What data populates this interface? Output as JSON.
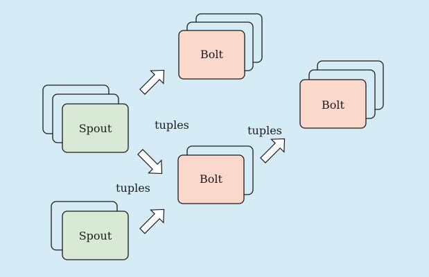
{
  "background": "#d5ecf7",
  "colors": {
    "spout_fill": "#d8ead6",
    "bolt_fill": "#fbd8cc",
    "shadow_fill": "#d5ecf7",
    "stroke": "#1a1a1a",
    "arrow_fill": "#ffffff"
  },
  "nodes": {
    "spout_top": "Spout",
    "spout_bottom": "Spout",
    "bolt_top": "Bolt",
    "bolt_middle": "Bolt",
    "bolt_right": "Bolt"
  },
  "edge_labels": {
    "upper": "tuples",
    "lower": "tuples",
    "right": "tuples"
  }
}
